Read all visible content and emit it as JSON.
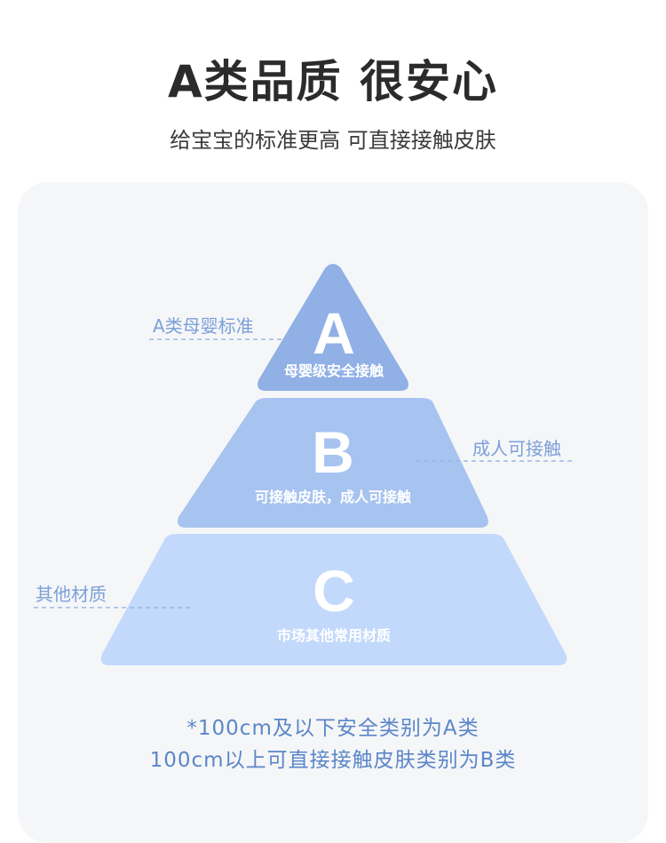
{
  "header": {
    "title": "A类品质 很安心",
    "subtitle": "给宝宝的标准更高 可直接接触皮肤"
  },
  "pyramid": {
    "tiers": [
      {
        "letter": "A",
        "caption": "母婴级安全接触",
        "side_label": "A类母婴标准",
        "color": "#90b0e6"
      },
      {
        "letter": "B",
        "caption": "可接触皮肤，成人可接触",
        "side_label": "成人可接触",
        "color": "#a7c3f0"
      },
      {
        "letter": "C",
        "caption": "市场其他常用材质",
        "side_label": "其他材质",
        "color": "#c3d9fb"
      }
    ],
    "line_color": "#9db8e4"
  },
  "notes": {
    "line1": "*100cm及以下安全类别为A类",
    "line2": "100cm以上可直接接触皮肤类别为B类"
  }
}
